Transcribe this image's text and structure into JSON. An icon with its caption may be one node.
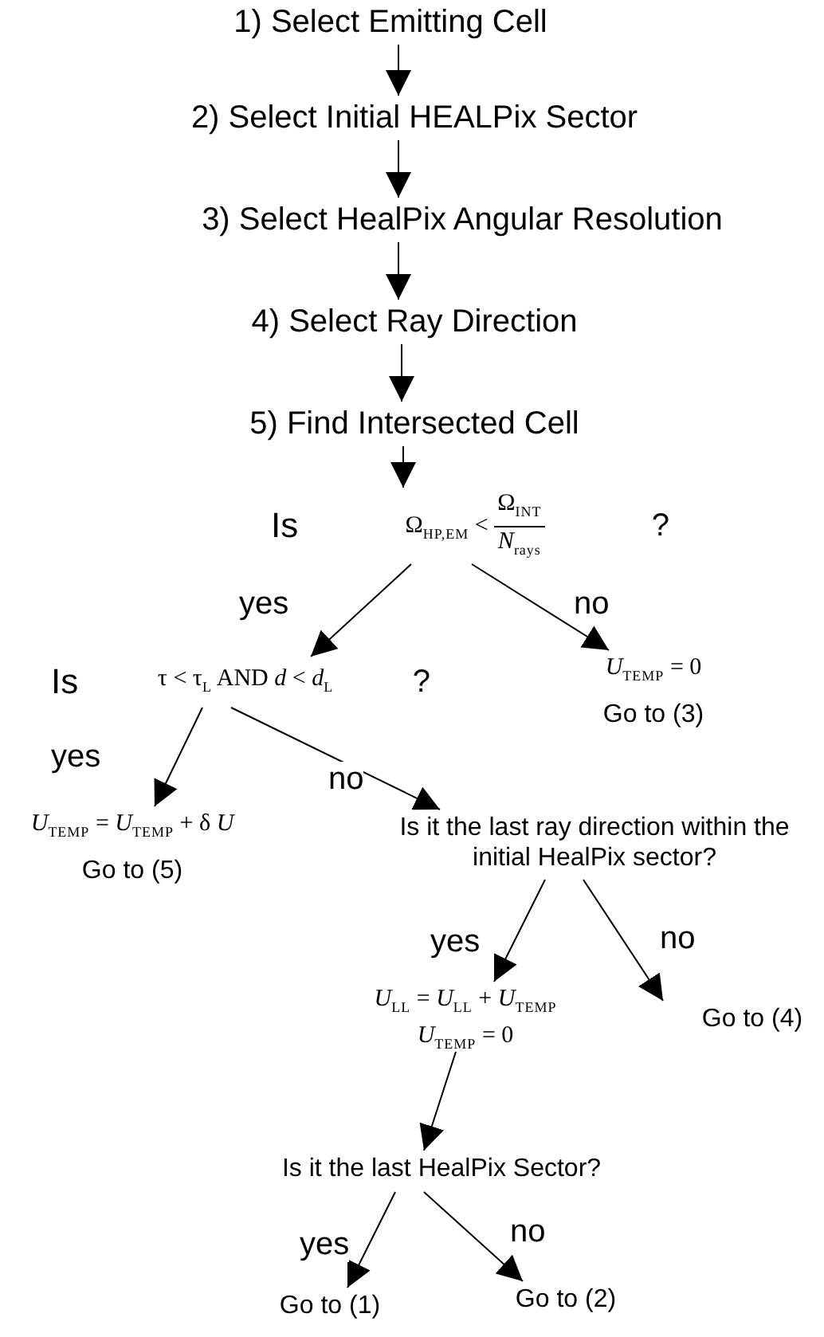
{
  "diagram": {
    "nodes": [
      {
        "text": [
          "1) Select Emitting Cell"
        ]
      },
      {
        "text": [
          "2) Select Initial HEALPix Sector"
        ]
      },
      {
        "text": [
          "3) Select HealPix Angular Resolution"
        ]
      },
      {
        "text": [
          "4) Select Ray Direction"
        ]
      },
      {
        "text": [
          "5) Find Intersected Cell"
        ]
      },
      {
        "text": [
          "Is",
          "Ω$_{HP,EM}$ <",
          "Ω$_{INT}$",
          "*N*$_{rays}$",
          "?"
        ]
      },
      {
        "text": [
          "Is",
          "τ < τ$_{L}$ AND *d* < *d*$_{L}$",
          "?"
        ]
      },
      {
        "text": [
          "*U*$_{TEMP}$ = 0",
          "Go to (3)"
        ]
      },
      {
        "text": [
          "*U*$_{TEMP}$ = *U*$_{TEMP}$ + δ *U*",
          "Go to (5)"
        ]
      },
      {
        "text": [
          "Is it the last ray direction within the initial HealPix sector?"
        ]
      },
      {
        "text": [
          "*U*$_{LL}$ = *U*$_{LL}$ + *U*$_{TEMP}$",
          "*U*$_{TEMP}$ = 0"
        ]
      },
      {
        "text": [
          "Go to (4)"
        ]
      },
      {
        "text": [
          "Is it the last HealPix Sector?"
        ]
      },
      {
        "text": [
          "Go to (1)"
        ]
      },
      {
        "text": [
          "Go to (2)"
        ]
      }
    ],
    "edges": [
      {
        "from": 0,
        "to": 1,
        "arrow": "to"
      },
      {
        "from": 1,
        "to": 2,
        "arrow": "to"
      },
      {
        "from": 2,
        "to": 3,
        "arrow": "to"
      },
      {
        "from": 3,
        "to": 4,
        "arrow": "to"
      },
      {
        "from": 4,
        "to": 5,
        "arrow": "to"
      },
      {
        "from": 5,
        "to": 6,
        "arrow": "to",
        "label": "yes"
      },
      {
        "from": 5,
        "to": 7,
        "arrow": "to",
        "label": "no"
      },
      {
        "from": 6,
        "to": 8,
        "arrow": "to",
        "label": "yes"
      },
      {
        "from": 6,
        "to": 9,
        "arrow": "to",
        "label": "no"
      },
      {
        "from": 9,
        "to": 10,
        "arrow": "to",
        "label": "yes"
      },
      {
        "from": 9,
        "to": 11,
        "arrow": "to",
        "label": "no"
      },
      {
        "from": 10,
        "to": 12,
        "arrow": "to"
      },
      {
        "from": 12,
        "to": 13,
        "arrow": "to",
        "label": "yes"
      },
      {
        "from": 12,
        "to": 14,
        "arrow": "to",
        "label": "no"
      }
    ]
  }
}
